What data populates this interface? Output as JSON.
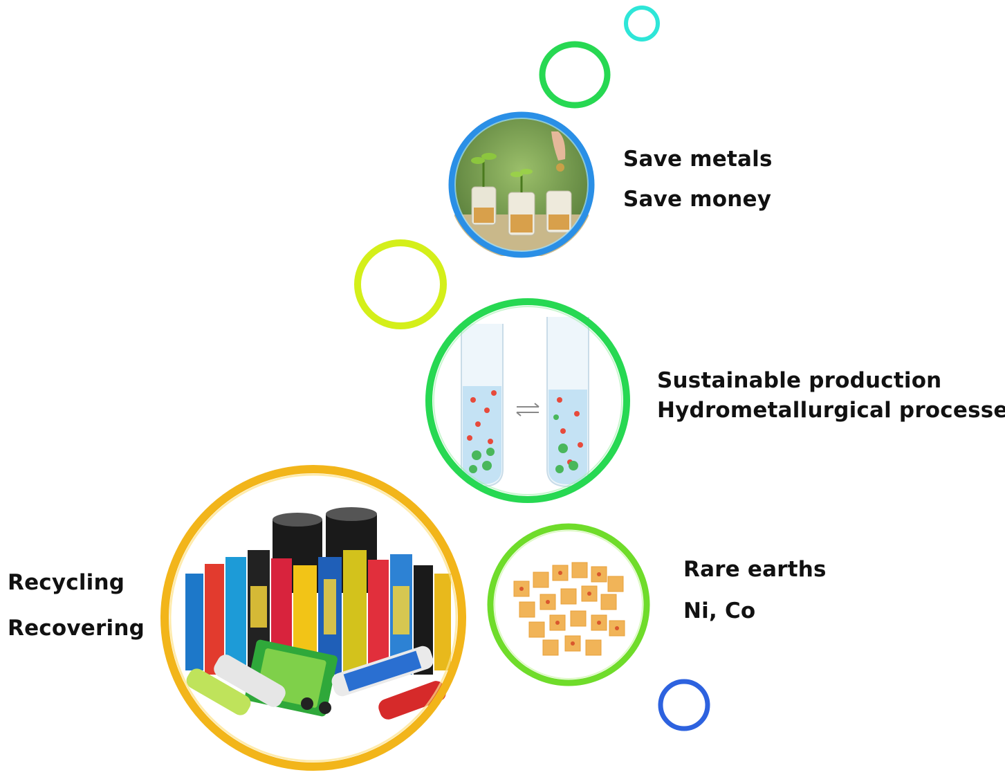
{
  "labels": {
    "save_metals": "Save metals",
    "save_money": "Save money",
    "sustainable": "Sustainable  production",
    "hydro": "Hydrometallurgical processes",
    "rare_earths": "Rare earths",
    "ni_co": "Ni, Co",
    "recycling": "Recycling",
    "recovering": "Recovering"
  },
  "colors": {
    "cyan": "#2ee6d8",
    "green": "#27d852",
    "blue": "#2a8fe6",
    "lime": "#d4ef1a",
    "orange": "#f2b51a",
    "deep_blue": "#2d62df"
  },
  "icons": {
    "coins": "money-jars-plants-icon",
    "tubes": "test-tubes-equilibrium-icon",
    "cubes": "rare-earth-cubes-icon",
    "batteries": "batteries-pile-icon"
  }
}
